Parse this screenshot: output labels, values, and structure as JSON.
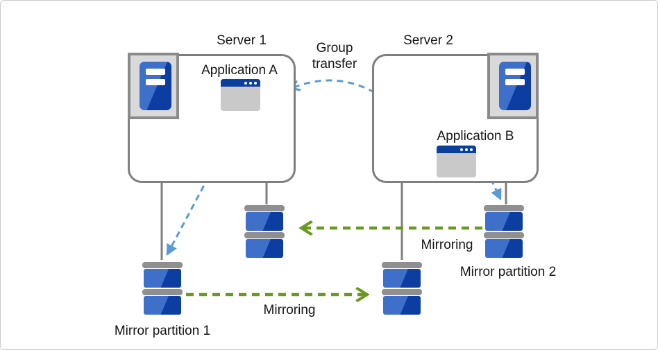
{
  "labels": {
    "server1": "Server 1",
    "server2": "Server 2",
    "application_a": "Application A",
    "application_b": "Application B",
    "group_transfer_line1": "Group",
    "group_transfer_line2": "transfer",
    "mirroring_top": "Mirroring",
    "mirroring_bottom": "Mirroring",
    "mirror_partition_1": "Mirror partition 1",
    "mirror_partition_2": "Mirror partition 2"
  },
  "colors": {
    "box_border_gray": "#7f7f7f",
    "connector_gray": "#7f7f7f",
    "arrow_blue": "#5b9bd5",
    "arrow_green": "#699a1f",
    "icon_frame_gray": "#8a8a8a",
    "icon_bg_gray": "#d9d9d9",
    "tower_blue_light": "#3e6fc9",
    "tower_blue_dark": "#0c3da0",
    "app_body_gray": "#c9c9c9",
    "app_titlebar_blue": "#0b3f9e",
    "disk_bar_gray": "#8f8f8f",
    "text_color": "#151515"
  }
}
